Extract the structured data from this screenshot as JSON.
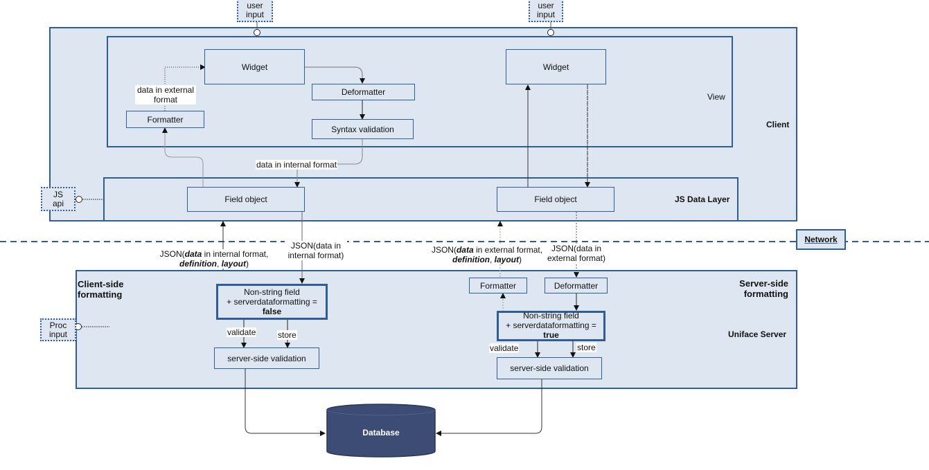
{
  "inputs": {
    "user_input_1": "user input",
    "user_input_2": "user input",
    "js_api": "JS api",
    "proc_input": "Proc input"
  },
  "regions": {
    "client": "Client",
    "view": "View",
    "js_data_layer": "JS Data Layer",
    "network": "Network",
    "client_side_formatting": "Client-side formatting",
    "server_side_formatting": "Server-side formatting",
    "uniface_server": "Uniface Server"
  },
  "left": {
    "widget": "Widget",
    "deformatter": "Deformatter",
    "syntax_validation": "Syntax validation",
    "formatter": "Formatter",
    "data_external_label": "data in external format",
    "data_internal_label": "data in internal format",
    "field_object": "Field object",
    "json_up_pre": "JSON(",
    "json_up_data": "data",
    "json_up_mid": " in internal format,",
    "json_up_def": "definition",
    "json_up_sep": ", ",
    "json_up_layout": "layout",
    "json_up_end": ")",
    "json_down": "JSON(data in internal format)",
    "nonstring_line1": "Non-string field",
    "nonstring_line2": "+ serverdataformatting =",
    "nonstring_value": "false",
    "validate": "validate",
    "store": "store",
    "server_validation": "server-side validation"
  },
  "right": {
    "widget": "Widget",
    "field_object": "Field object",
    "json_up_pre": "JSON(",
    "json_up_data": "data",
    "json_up_mid": " in external format,",
    "json_up_def": "definition",
    "json_up_sep": ", ",
    "json_up_layout": "layout",
    "json_up_end": ")",
    "json_down": "JSON(data in external format)",
    "formatter": "Formatter",
    "deformatter": "Deformatter",
    "nonstring_line1": "Non-string field",
    "nonstring_line2": "+ serverdataformatting =",
    "nonstring_value": "true",
    "validate": "validate",
    "store": "store",
    "server_validation": "server-side validation"
  },
  "database": "Database",
  "colors": {
    "fill": "#dde6f1",
    "border": "#2f5d96",
    "database": "#3d4c74",
    "network_line": "#2f5d96"
  }
}
